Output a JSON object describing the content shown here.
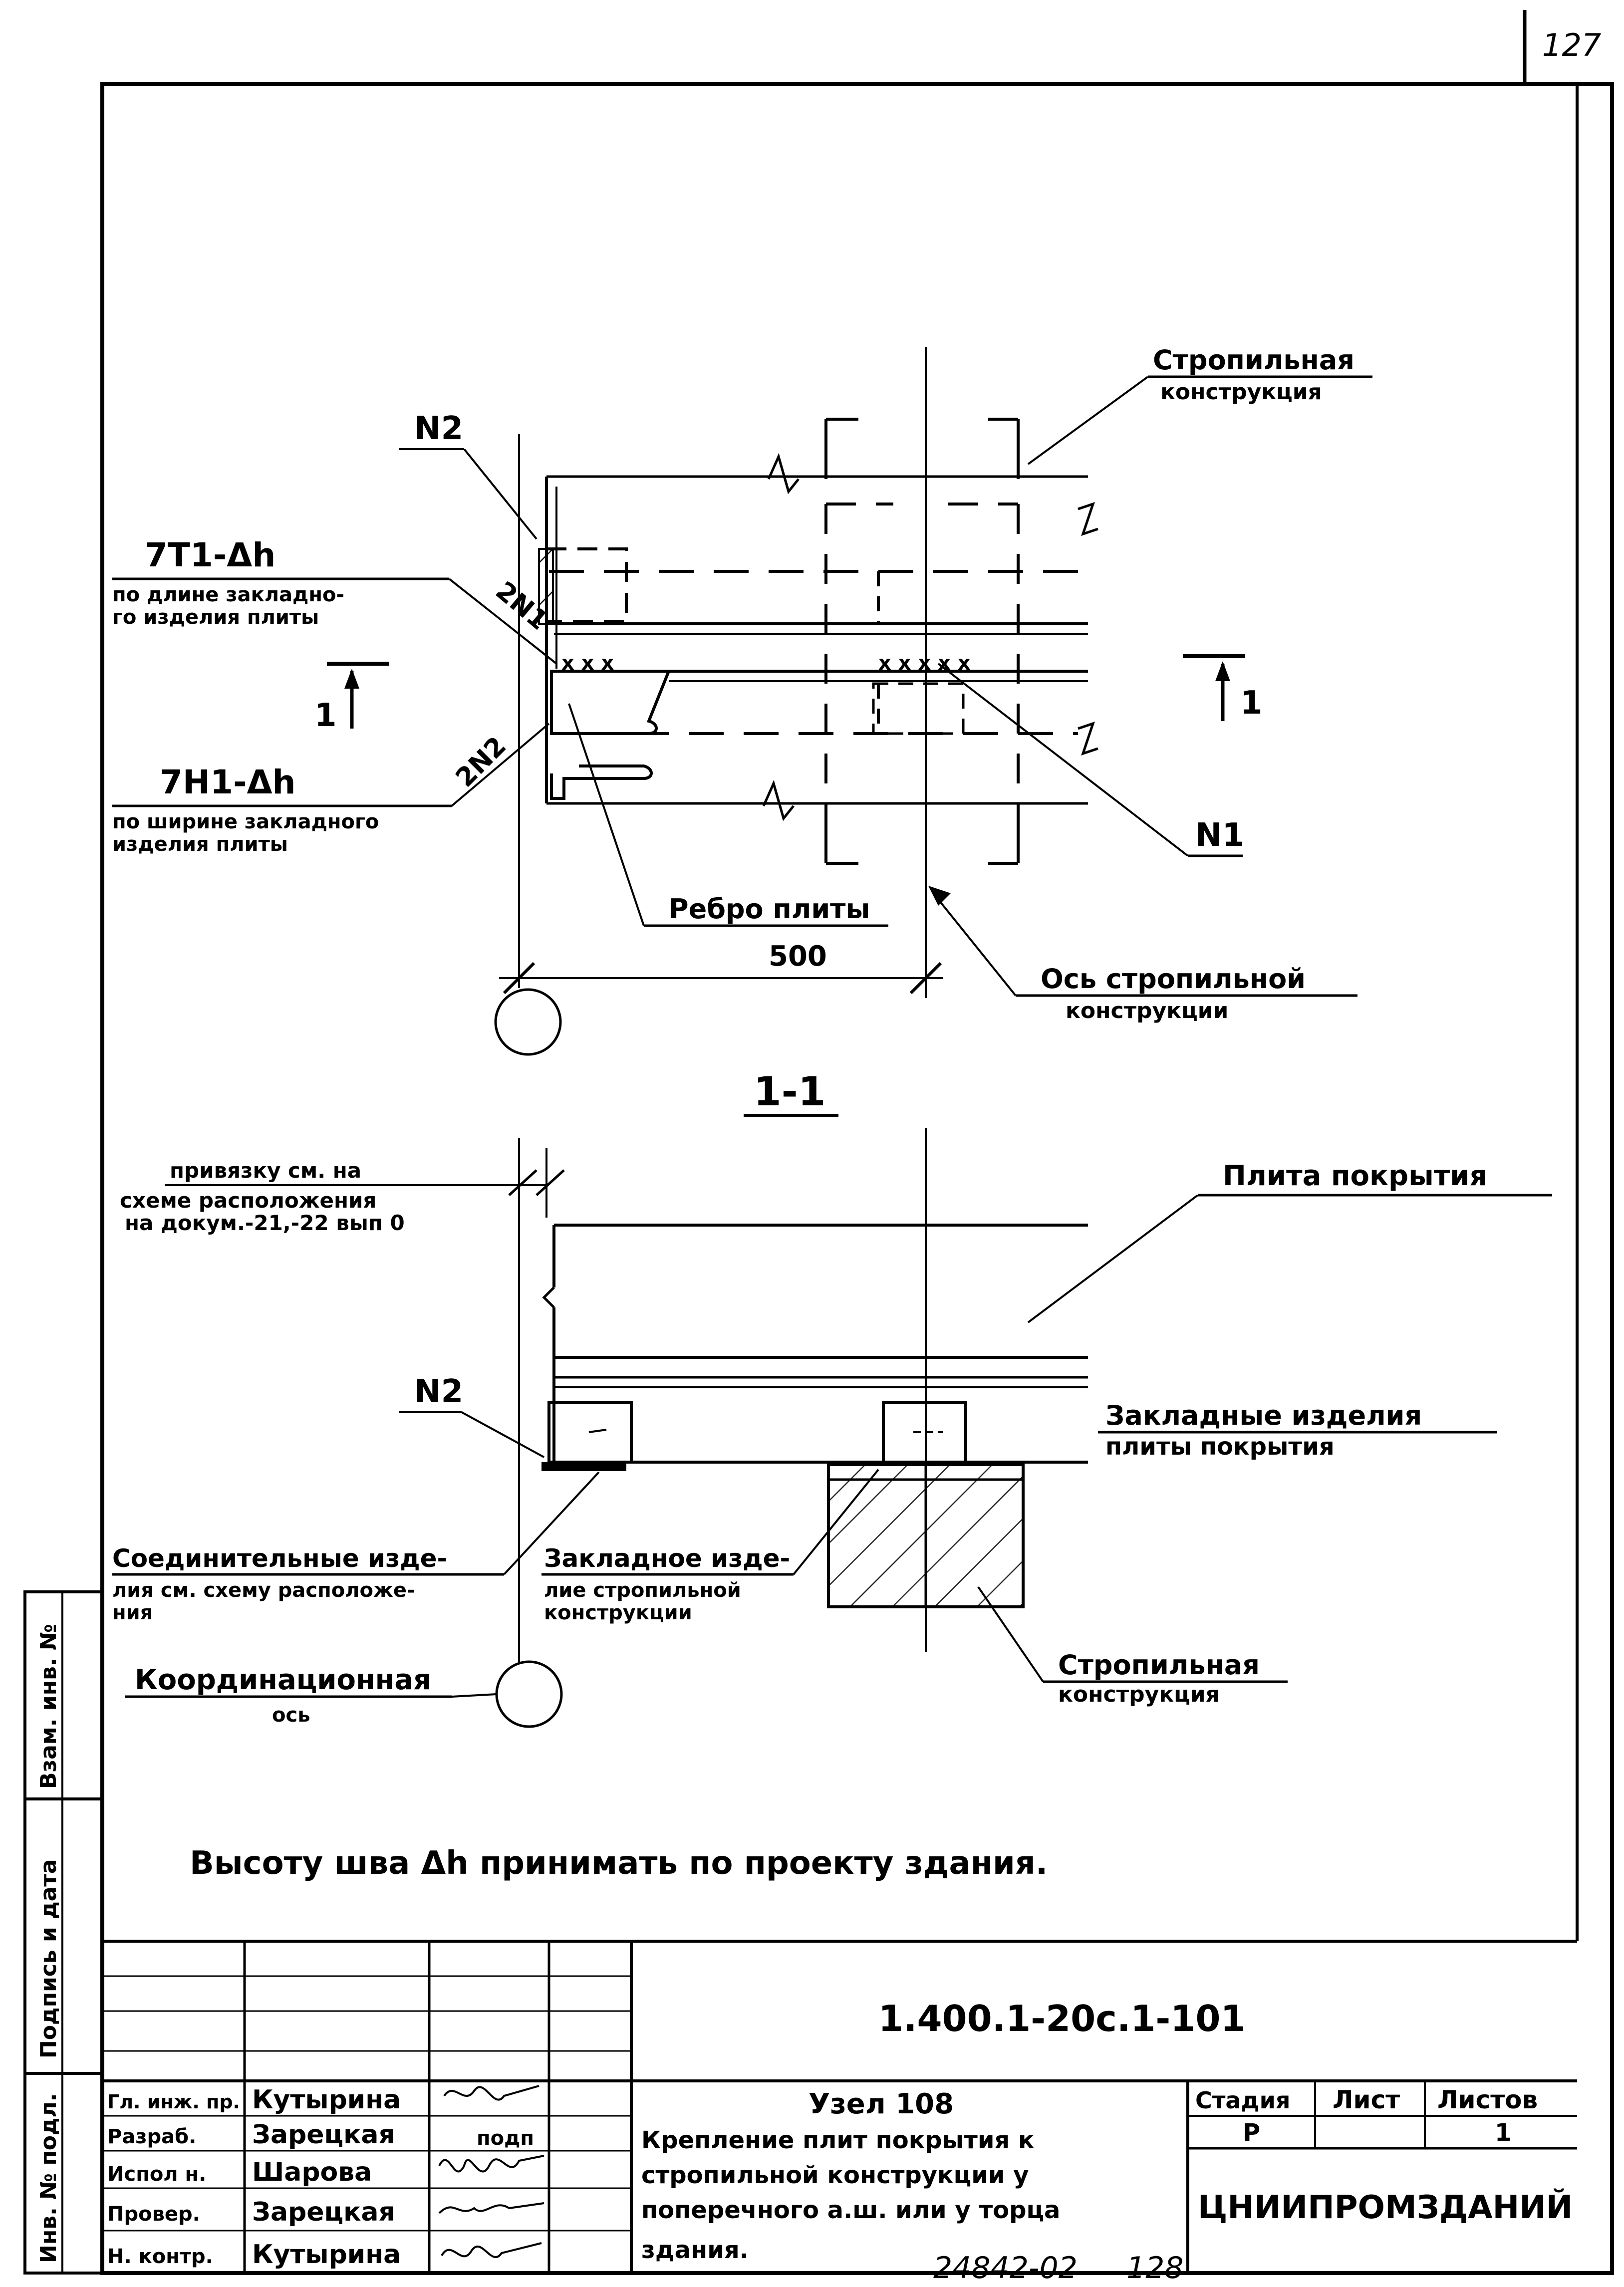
{
  "page_number_top": "127",
  "doc_footer_number": "24842-02",
  "page_number_bottom": "128",
  "plan": {
    "label_n2": "N2",
    "label_weld_1": "7T1-Δh",
    "note_weld_1": [
      "по длине закладно-",
      "го изделия плиты"
    ],
    "label_weld_2": "7H1-Δh",
    "note_weld_2": [
      "по ширине закладного",
      "изделия плиты"
    ],
    "label_weld_1_small": "2N1",
    "label_weld_2_small": "2N2",
    "section_marker_left": "1",
    "section_marker_right": "1",
    "label_rafter": [
      "Стропильная",
      "конструкция"
    ],
    "label_n1": "N1",
    "label_rib": "Ребро плиты",
    "dimension": "500",
    "label_axis": [
      "Ось стропильной",
      "конструкции"
    ]
  },
  "section": {
    "title": "1-1",
    "note_binding": [
      "привязку см. на",
      "схеме расположения",
      "на докум.-21,-22 вып 0"
    ],
    "label_slab": "Плита покрытия",
    "label_n2": "N2",
    "label_embedded_slab": [
      "Закладные изделия",
      "плиты покрытия"
    ],
    "label_connecting": [
      "Соединительные изде-",
      "лия см. схему расположе-",
      "ния"
    ],
    "label_embedded_rafter": [
      "Закладное изде-",
      "лие стропильной",
      "конструкции"
    ],
    "label_coord_axis": [
      "Координационная",
      "ось"
    ],
    "label_rafter": [
      "Стропильная",
      "конструкция"
    ]
  },
  "note": "Высоту шва Δh принимать по проекту здания.",
  "side_stamp": [
    "Инв. № подл.",
    "Подпись и дата",
    "Взам. инв. №"
  ],
  "title_block": {
    "code": "1.400.1-20с.1-101",
    "roles": [
      "Гл. инж. пр.",
      "Разраб.",
      "Испол н.",
      "Провер.",
      "Н. контр."
    ],
    "names": [
      "Кутырина",
      "Зарецкая",
      "Шарова",
      "Зарецкая",
      "Кутырина"
    ],
    "signature_text_row2": "подп",
    "title_lines": [
      "Узел 108",
      "Крепление плит покрытия к",
      "стропильной конструкции у",
      "поперечного а.ш. или у торца",
      "здания."
    ],
    "stage_label": "Стадия",
    "sheet_label": "Лист",
    "sheets_label": "Листов",
    "stage_value": "Р",
    "sheet_value": "",
    "sheets_value": "1",
    "organization": "ЦНИИПРОМЗДАНИЙ"
  }
}
